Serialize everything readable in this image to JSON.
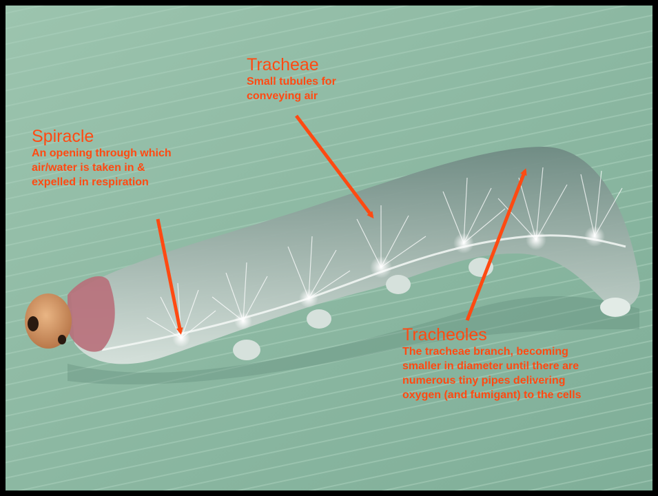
{
  "labels": {
    "spiracle": {
      "title": "Spiracle",
      "description": "An opening through which\nair/water is taken in &\nexpelled in respiration"
    },
    "tracheae": {
      "title": "Tracheae",
      "description": "Small tubules for\nconveying air"
    },
    "tracheoles": {
      "title": "Tracheoles",
      "description": "The tracheae branch, becoming\nsmaller in diameter until there are\nnumerous tiny pipes delivering\noxygen (and fumigant) to the cells"
    }
  },
  "colors": {
    "annotation": "#ff4a12",
    "background_leaf": "#8fb8a3",
    "frame": "#000000"
  }
}
